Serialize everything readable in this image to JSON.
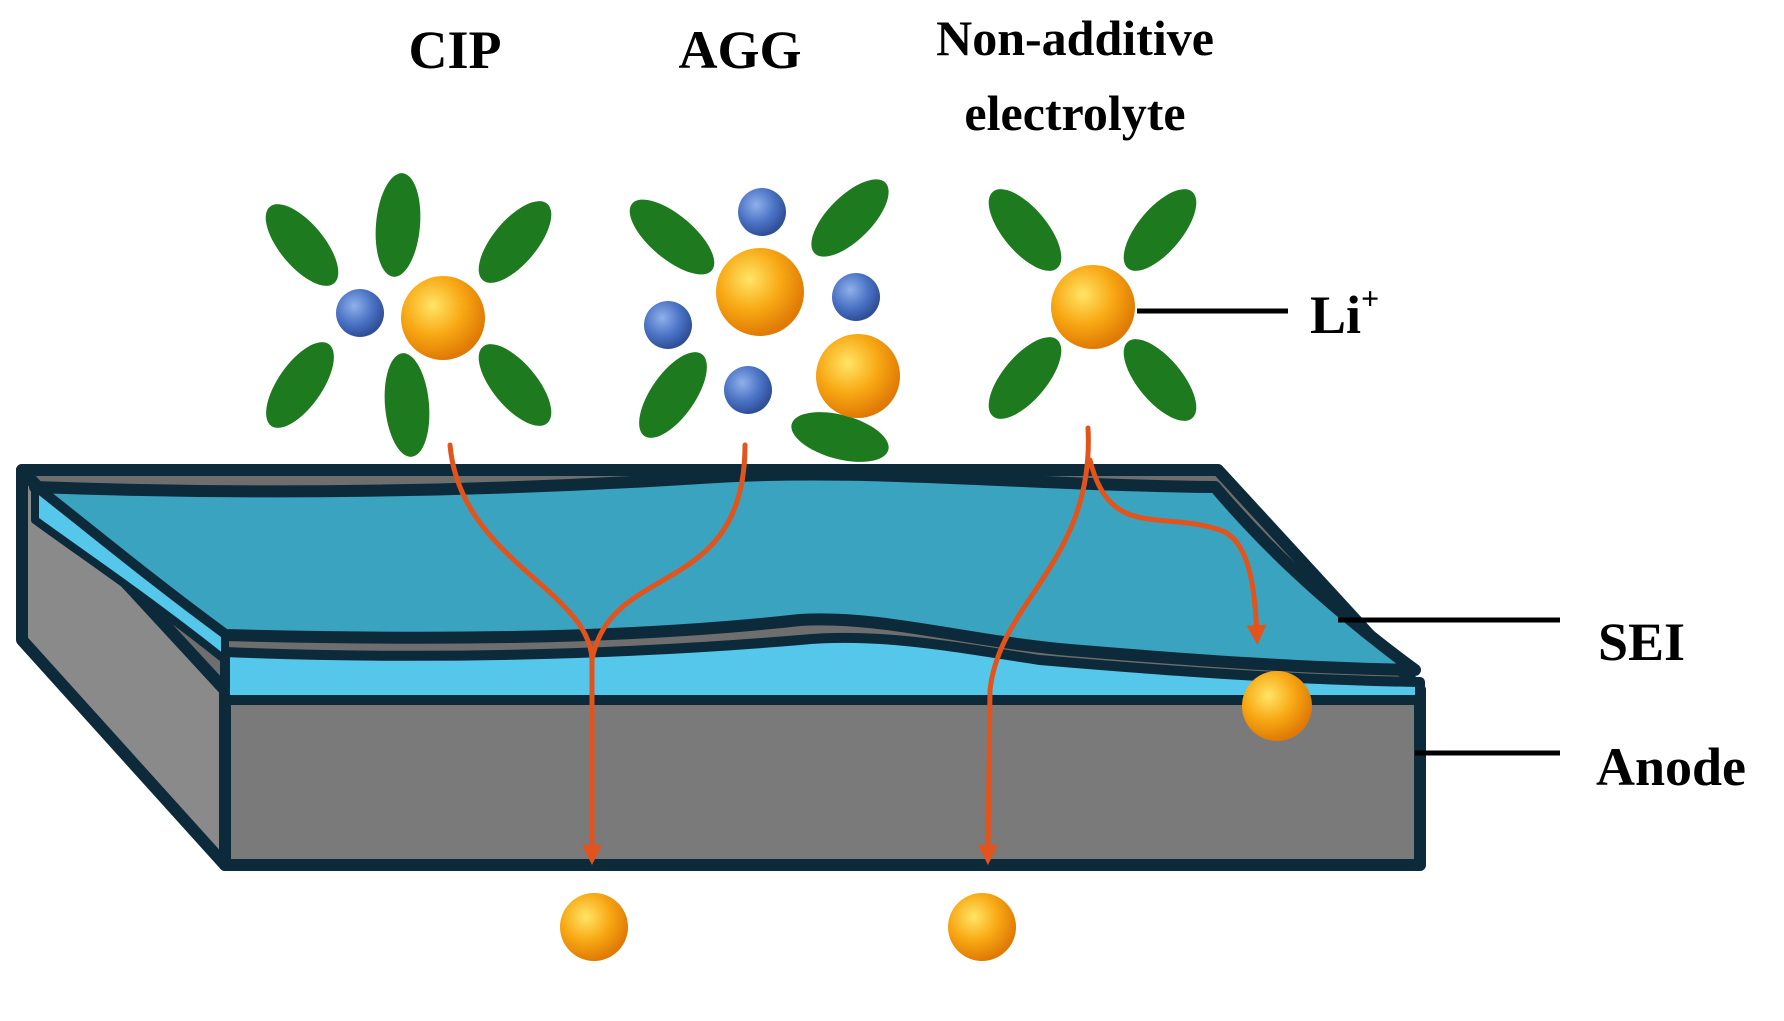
{
  "labels": {
    "cip": "CIP",
    "agg": "AGG",
    "non_additive_line1": "Non-additive",
    "non_additive_line2": "electrolyte",
    "li_base": "Li",
    "li_charge": "+",
    "sei": "SEI",
    "anode": "Anode"
  },
  "colors": {
    "li_ion": "#f5a20e",
    "anion": "#4a72c4",
    "solvent": "#1e7a1e",
    "sei_layer": "#3aa3c0",
    "sei_edge": "#54c7ea",
    "anode": "#7a7a7a",
    "outline": "#0d2a3a",
    "arrow": "#e2541b"
  }
}
